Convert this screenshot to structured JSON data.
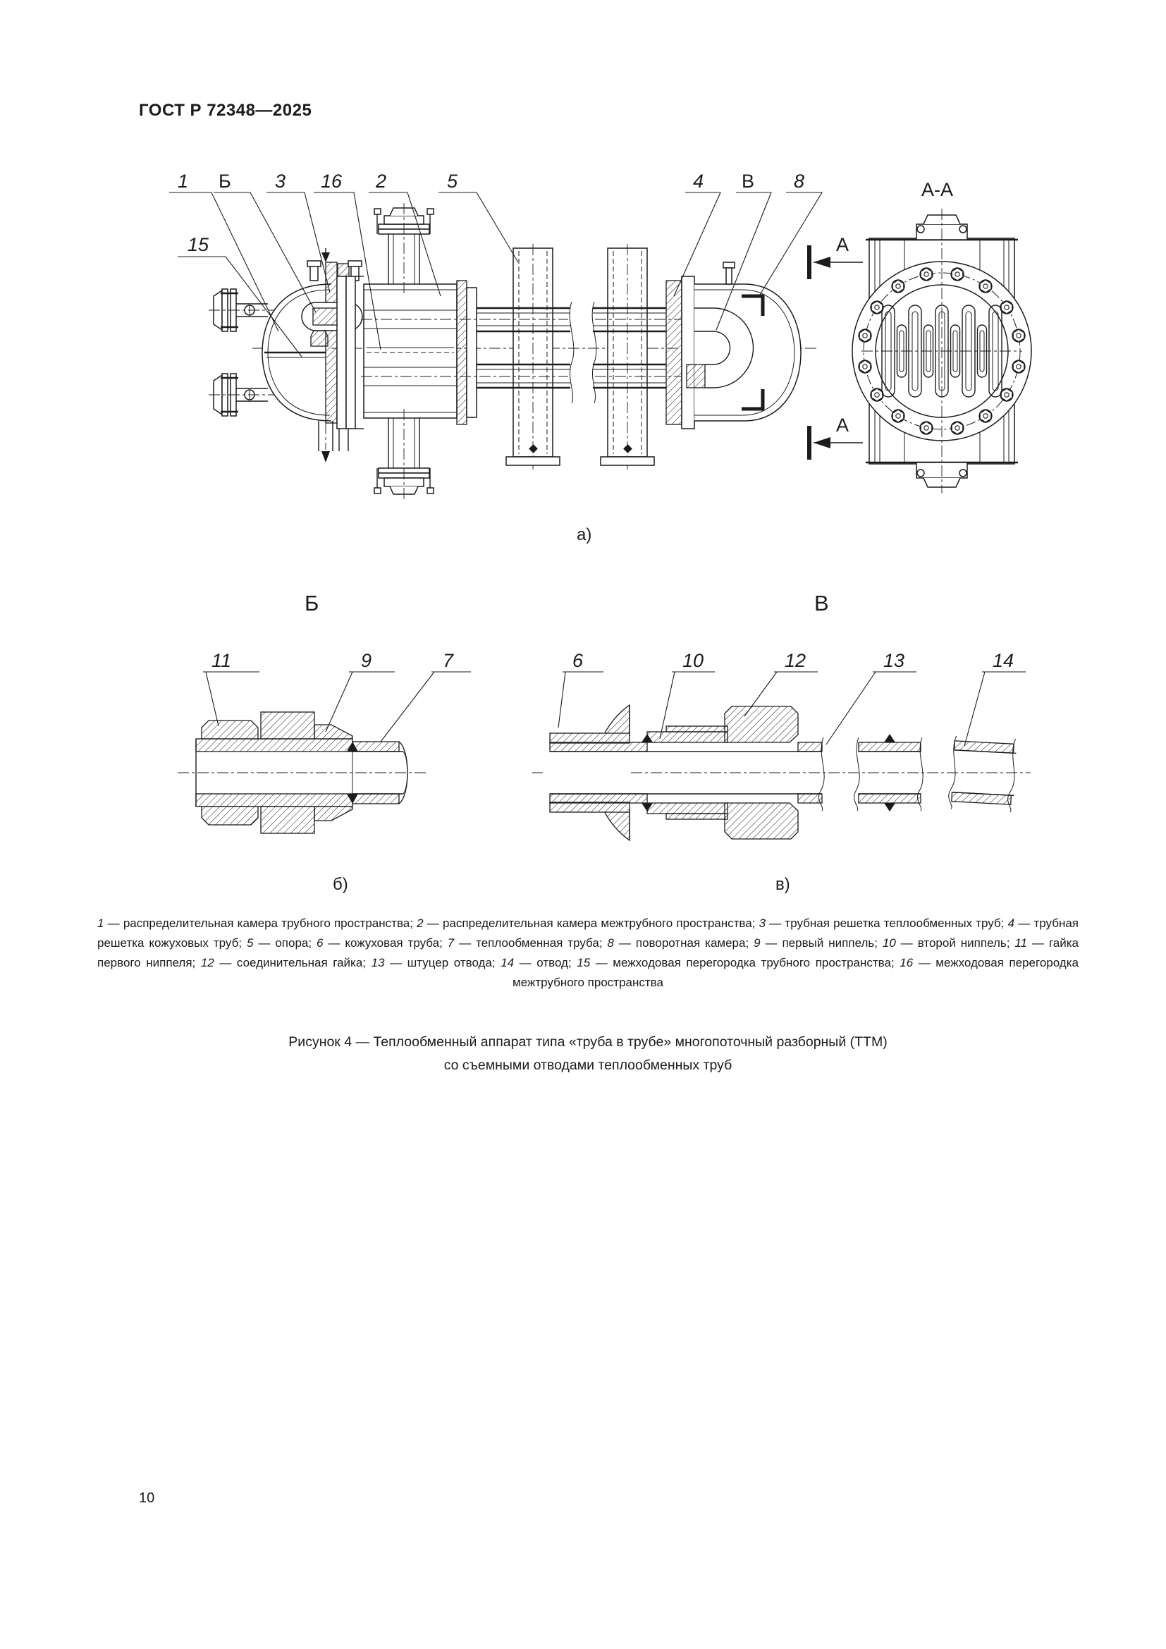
{
  "page": {
    "header": "ГОСТ Р 72348—2025",
    "number": "10"
  },
  "figure": {
    "section_title": "А-А",
    "arrow_label": "А",
    "detail_b_title": "Б",
    "detail_v_title": "В",
    "sub_a": "а)",
    "sub_b": "б)",
    "sub_v": "в)",
    "callouts_main": [
      "1",
      "Б",
      "3",
      "16",
      "2",
      "5",
      "4",
      "В",
      "8",
      "15"
    ],
    "callouts_b": [
      "11",
      "9",
      "7"
    ],
    "callouts_v": [
      "6",
      "10",
      "12",
      "13",
      "14"
    ]
  },
  "legend": {
    "items": [
      {
        "n": "1",
        "t": "распределительная камера трубного пространства"
      },
      {
        "n": "2",
        "t": "распределительная камера межтрубного пространства"
      },
      {
        "n": "3",
        "t": "трубная решетка теплообменных труб"
      },
      {
        "n": "4",
        "t": "трубная решетка кожуховых труб"
      },
      {
        "n": "5",
        "t": "опора"
      },
      {
        "n": "6",
        "t": "кожуховая труба"
      },
      {
        "n": "7",
        "t": "теплообменная труба"
      },
      {
        "n": "8",
        "t": "поворотная камера"
      },
      {
        "n": "9",
        "t": "первый ниппель"
      },
      {
        "n": "10",
        "t": "второй ниппель"
      },
      {
        "n": "11",
        "t": "гайка первого ниппеля"
      },
      {
        "n": "12",
        "t": "соединительная гайка"
      },
      {
        "n": "13",
        "t": "штуцер отвода"
      },
      {
        "n": "14",
        "t": "отвод"
      },
      {
        "n": "15",
        "t": "межходовая перегородка трубного пространства"
      },
      {
        "n": "16",
        "t": "межходовая перегородка межтрубного пространства"
      }
    ]
  },
  "caption": {
    "line1": "Рисунок 4 — Теплообменный аппарат типа «труба в трубе» многопоточный разборный (ТТМ)",
    "line2": "со съемными отводами теплообменных труб"
  }
}
